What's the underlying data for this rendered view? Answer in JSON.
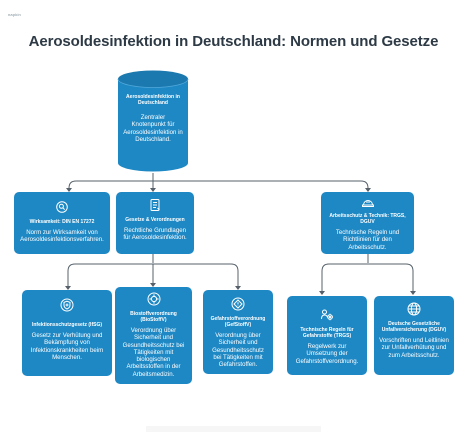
{
  "logo": {
    "text": "napkin"
  },
  "title": "Aerosoldesinfektion in Deutschland: Normen und Gesetze",
  "colors": {
    "node": "#1e88c5",
    "line": "#55606a",
    "text": "#ffffff",
    "title": "#2d3a45"
  },
  "root": {
    "label": "Aerosoldesinfektion in Deutschland",
    "desc": "Zentraler Knotenpunkt für Aerosoldesinfektion in Deutschland.",
    "icon": "none"
  },
  "nodes": {
    "din": {
      "icon": "magnifier-icon",
      "label": "Wirksamkeit: DIN EN 17272",
      "desc": "Norm zur Wirksamkeit von Aerosoldesinfektionsverfahren."
    },
    "gesetze": {
      "icon": "document-list-icon",
      "label": "Gesetze & Verordnungen",
      "desc": "Rechtliche Grundlagen für Aerosoldesinfektion."
    },
    "arbeitsschutz": {
      "icon": "hard-hat-icon",
      "label": "Arbeitsschutz & Technik: TRGS, DGUV",
      "desc": "Technische Regeln und Richtlinien für den Arbeitsschutz."
    },
    "ifsg": {
      "icon": "shield-plus-icon",
      "label": "Infektionsschutzgesetz (IfSG)",
      "desc": "Gesetz zur Verhütung und Bekämpfung von Infektionskrankheiten beim Menschen."
    },
    "biostoff": {
      "icon": "microbe-icon",
      "label": "Biostoffverordnung (BioStoffV)",
      "desc": "Verordnung über Sicherheit und Gesundheitsschutz bei Tätigkeiten mit biologischen Arbeitsstoffen in der Arbeitsmedizin."
    },
    "gefahrstoff": {
      "icon": "hazard-diamond-icon",
      "label": "Gefahrstoffverordnung (GefStoffV)",
      "desc": "Verordnung über Sicherheit und Gesundheitsschutz bei Tätigkeiten mit Gefahrstoffen."
    },
    "trgs": {
      "icon": "gears-person-icon",
      "label": "Technische Regeln für Gefahrstoffe (TRGS)",
      "desc": "Regelwerk zur Umsetzung der Gefahrstoffverordnung."
    },
    "dguv": {
      "icon": "globe-icon",
      "label": "Deutsche Gesetzliche Unfallversicherung (DGUV)",
      "desc": "Vorschriften und Leitlinien zur Unfallverhütung und zum Arbeitsschutz."
    }
  }
}
